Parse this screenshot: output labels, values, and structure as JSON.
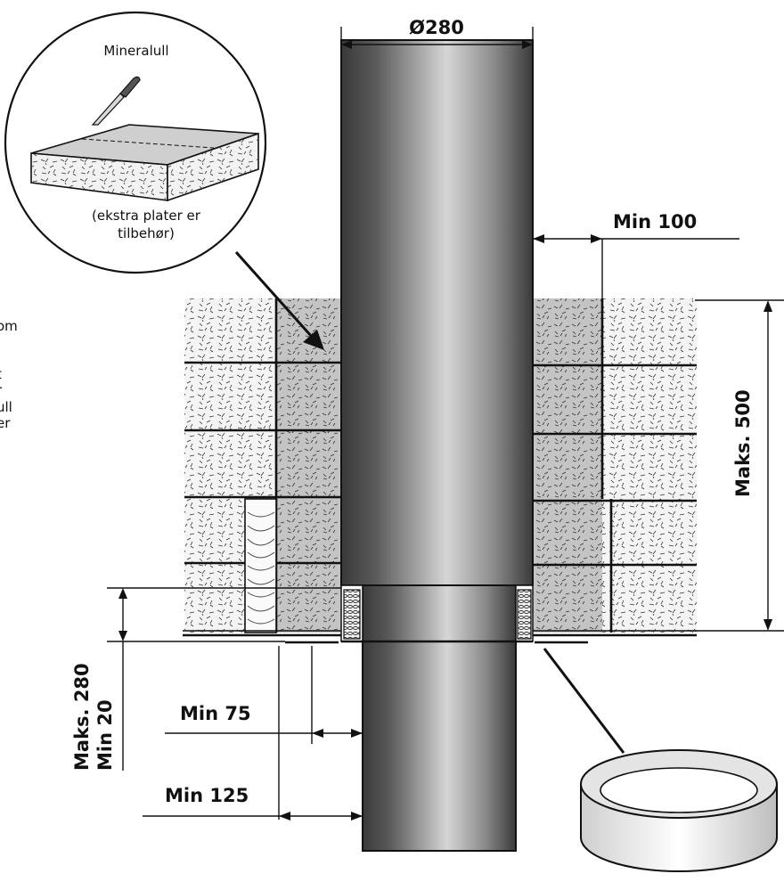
{
  "diagram": {
    "pipe_diameter_label": "Ø280",
    "min_side_label": "Min 100",
    "max_height_label": "Maks. 500",
    "max_depth_label": "Maks. 280",
    "min_depth_label": "Min 20",
    "min_75_label": "Min 75",
    "min_125_label": "Min 125",
    "callout": {
      "title": "Mineralull",
      "note_line1": "(ekstra plater er",
      "note_line2": "tilbehør)"
    },
    "side_text": [
      "om",
      "t",
      "r",
      "ull",
      "er"
    ]
  },
  "colors": {
    "pipe_dark": "#3d3d3d",
    "pipe_light": "#d4d4d4",
    "wall_fill": "#ededed",
    "insulation_fill": "#c7c7c7"
  }
}
